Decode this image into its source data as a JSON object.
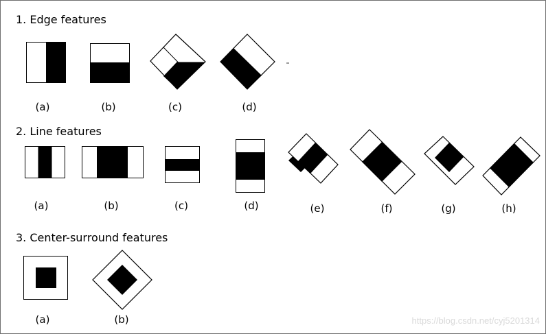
{
  "sections": [
    {
      "title": "1. Edge features",
      "features": [
        {
          "label": "(a)",
          "icon": "edge-feature-vertical-split-icon"
        },
        {
          "label": "(b)",
          "icon": "edge-feature-horizontal-split-icon"
        },
        {
          "label": "(c)",
          "icon": "edge-feature-rotated-icon"
        },
        {
          "label": "(d)",
          "icon": "edge-feature-rotated-mirrored-icon"
        }
      ]
    },
    {
      "title": "2. Line features",
      "features": [
        {
          "label": "(a)",
          "icon": "line-feature-thin-vertical-icon"
        },
        {
          "label": "(b)",
          "icon": "line-feature-wide-vertical-icon"
        },
        {
          "label": "(c)",
          "icon": "line-feature-thin-horizontal-icon"
        },
        {
          "label": "(d)",
          "icon": "line-feature-wide-horizontal-icon"
        },
        {
          "label": "(e)",
          "icon": "line-feature-rotated-thin-icon"
        },
        {
          "label": "(f)",
          "icon": "line-feature-rotated-wide-icon"
        },
        {
          "label": "(g)",
          "icon": "line-feature-rotated-thin-alt-icon"
        },
        {
          "label": "(h)",
          "icon": "line-feature-rotated-wide-alt-icon"
        }
      ]
    },
    {
      "title": "3. Center-surround features",
      "features": [
        {
          "label": "(a)",
          "icon": "center-surround-square-icon"
        },
        {
          "label": "(b)",
          "icon": "center-surround-diamond-icon"
        }
      ]
    }
  ],
  "watermark": "https://blog.csdn.net/cyj5201314",
  "colors": {
    "fill": "#000000",
    "background": "#ffffff",
    "stroke": "#000000",
    "watermark": "#d9d9d9"
  }
}
